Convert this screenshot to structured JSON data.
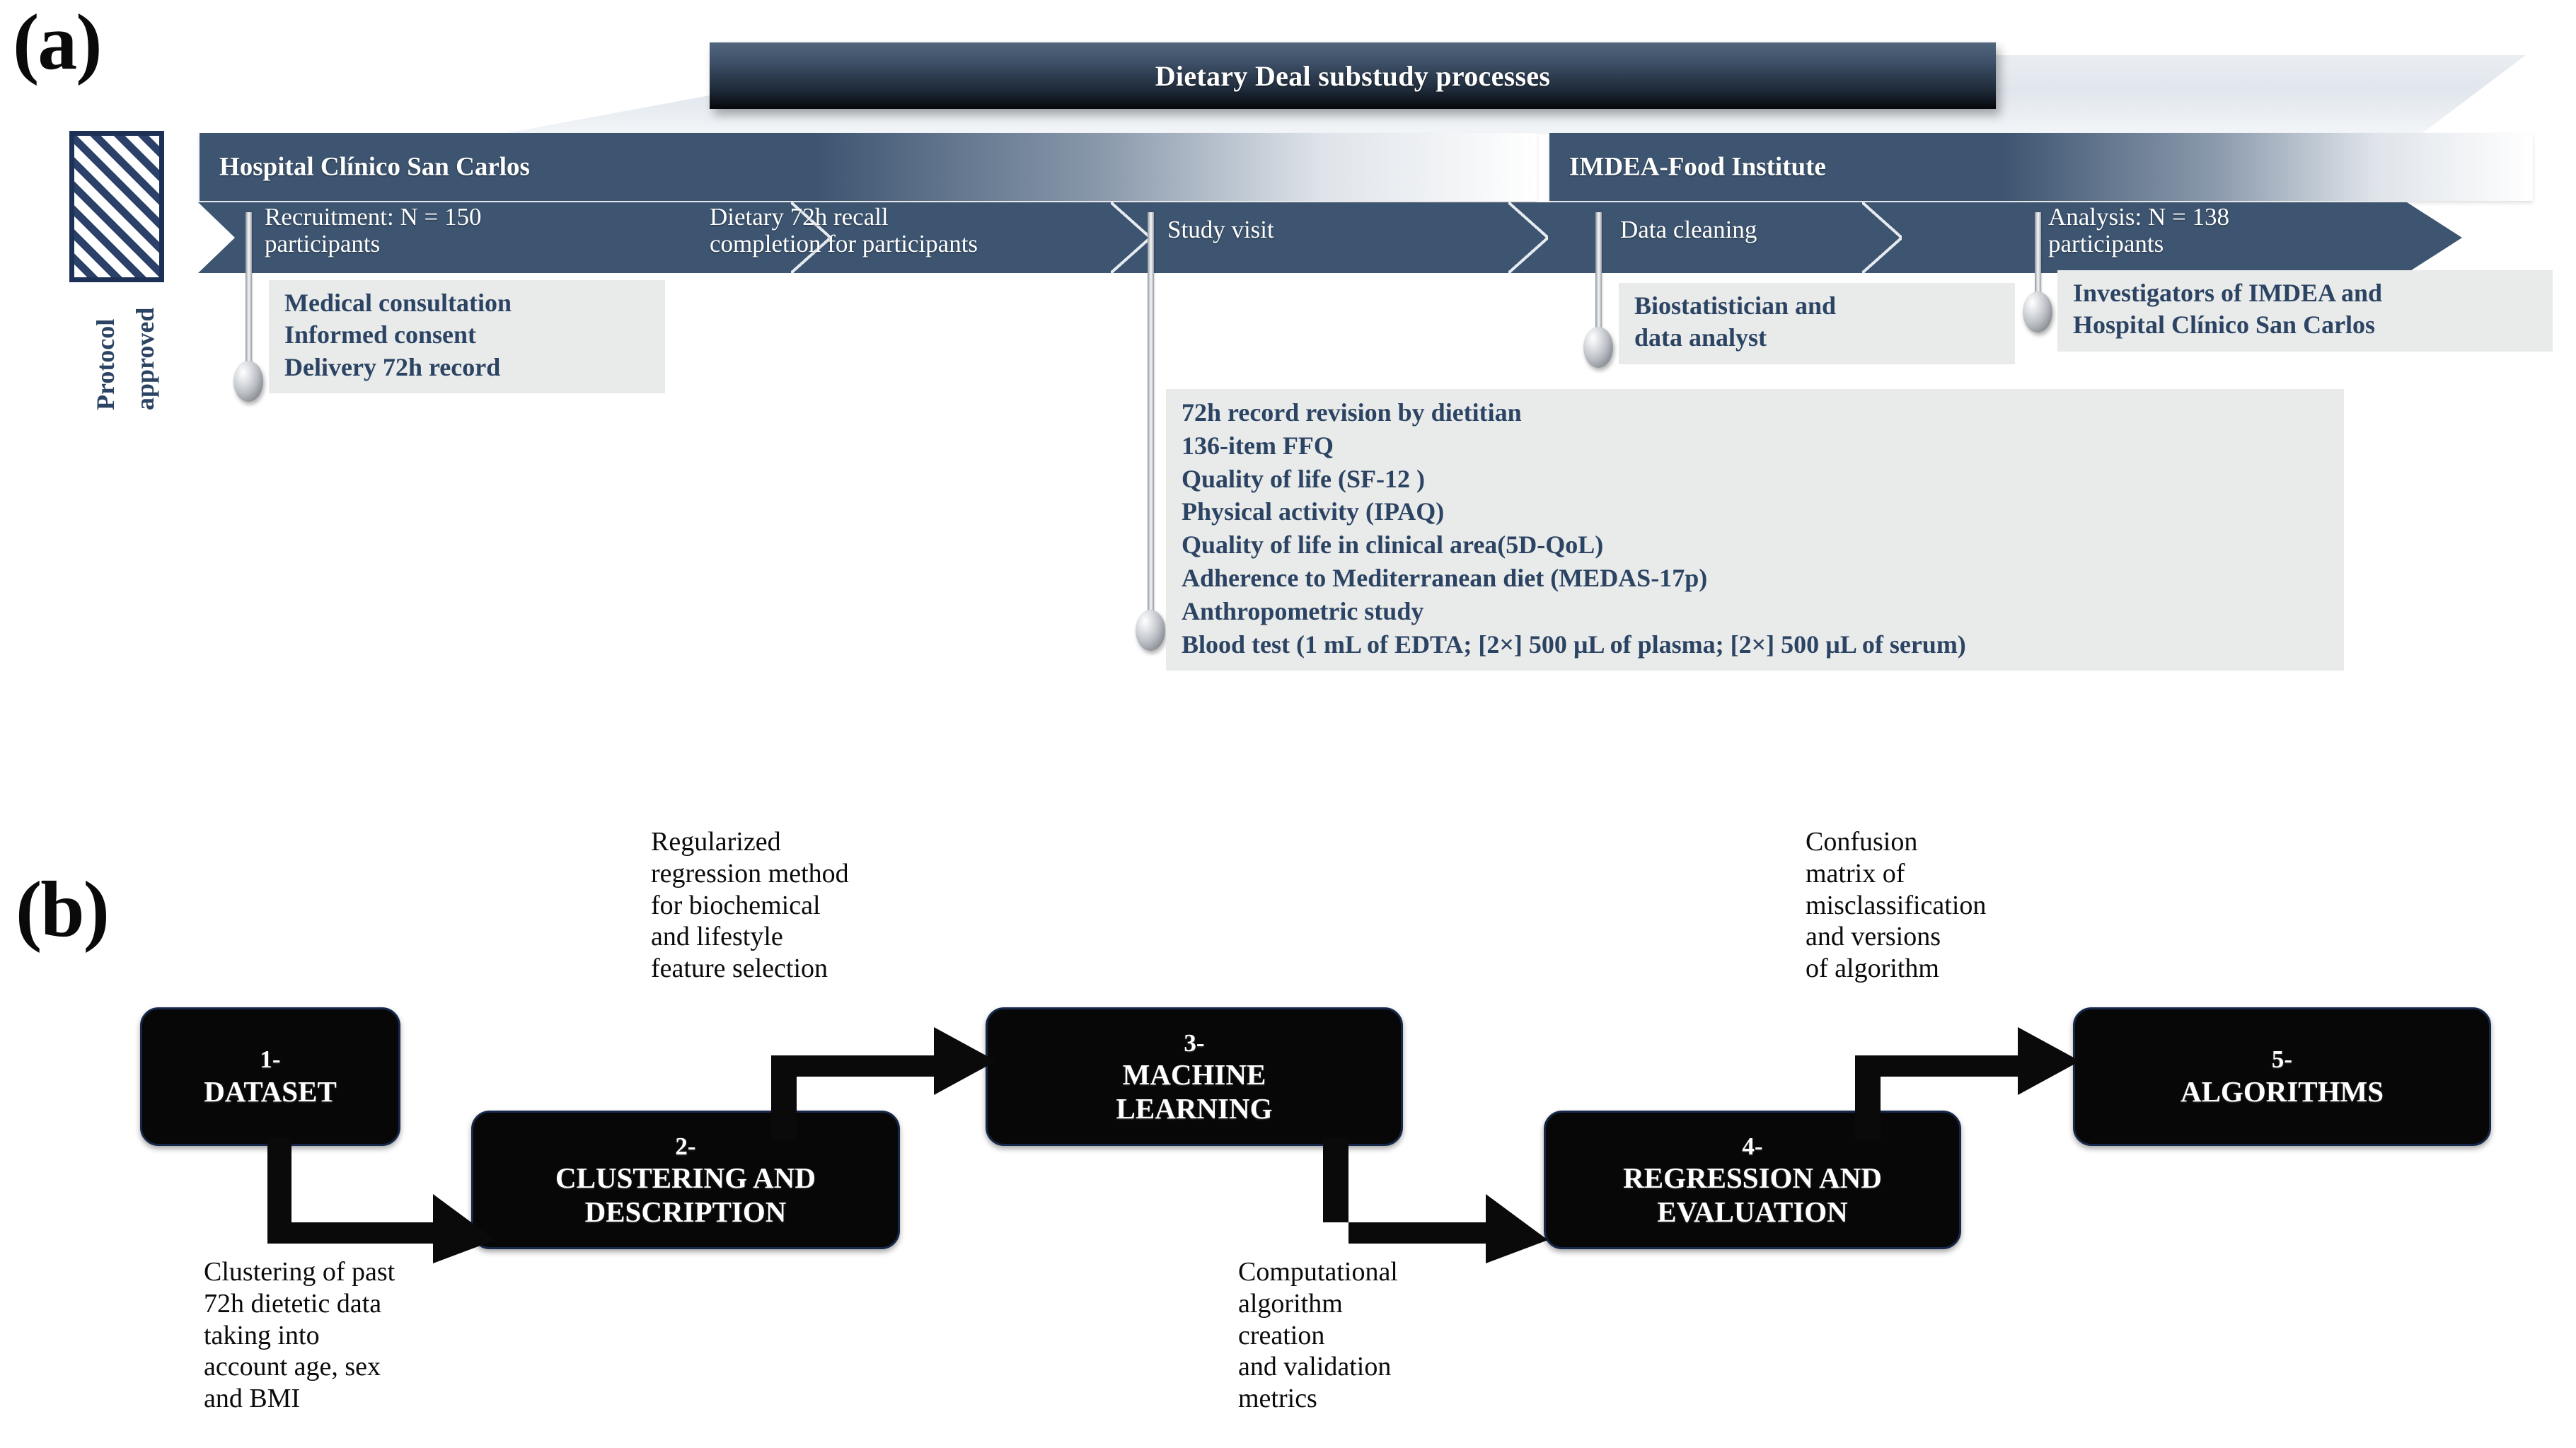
{
  "panels": {
    "a_label": "(a)",
    "b_label": "(b)"
  },
  "timeline": {
    "banner_title": "Dietary Deal substudy processes",
    "approval": {
      "vertical_label": "Protocol\napproved",
      "icon": "hatched-box"
    },
    "organizations": [
      {
        "name": "Hospital Clínico San Carlos"
      },
      {
        "name": "IMDEA-Food Institute"
      }
    ],
    "stages": [
      {
        "label": "Recruitment: N = 150\nparticipants"
      },
      {
        "label": "Dietary 72h recall\ncompletion for participants"
      },
      {
        "label": "Study visit"
      },
      {
        "label": "Data cleaning"
      },
      {
        "label": "Analysis: N = 138\nparticipants"
      }
    ],
    "callouts": [
      {
        "id": "recruitment-callout",
        "lines": [
          "Medical consultation",
          "Informed consent",
          "Delivery 72h record"
        ]
      },
      {
        "id": "study-visit-callout",
        "lines": [
          "72h record revision by dietitian",
          "136-item FFQ",
          "Quality of life (SF-12 )",
          "Physical activity (IPAQ)",
          "Quality of life in clinical area(5D-QoL)",
          "Adherence to Mediterranean diet (MEDAS-17p)",
          "Anthropometric study",
          "Blood test (1 mL of EDTA; [2×] 500 µL of plasma; [2×] 500 µL of serum)"
        ]
      },
      {
        "id": "data-cleaning-callout",
        "lines": [
          "Biostatistician and",
          "data analyst"
        ]
      },
      {
        "id": "analysis-callout",
        "lines": [
          "Investigators of IMDEA and",
          "Hospital Clínico San Carlos"
        ]
      }
    ]
  },
  "workflow": {
    "steps": [
      {
        "number": "1-",
        "title": "DATASET"
      },
      {
        "number": "2-",
        "title": "CLUSTERING AND\nDESCRIPTION"
      },
      {
        "number": "3-",
        "title": "MACHINE\nLEARNING"
      },
      {
        "number": "4-",
        "title": "REGRESSION AND\nEVALUATION"
      },
      {
        "number": "5-",
        "title": "ALGORITHMS"
      }
    ],
    "annotations": [
      {
        "id": "anno-1-2",
        "text": "Clustering of past\n72h dietetic data\ntaking into\naccount age, sex\nand BMI"
      },
      {
        "id": "anno-2-3",
        "text": "Regularized\nregression method\nfor biochemical\nand lifestyle\nfeature selection"
      },
      {
        "id": "anno-3-4",
        "text": "Computational\nalgorithm\ncreation\nand validation\nmetrics"
      },
      {
        "id": "anno-4-5",
        "text": "Confusion\nmatrix of\nmisclassification\nand versions\nof algorithm"
      }
    ]
  },
  "colors": {
    "slate_blue": "#3d5571",
    "navy_text": "#2c4463",
    "callout_grey": "#e9eaea",
    "box_black": "#070707",
    "box_border_navy": "#16284a"
  }
}
